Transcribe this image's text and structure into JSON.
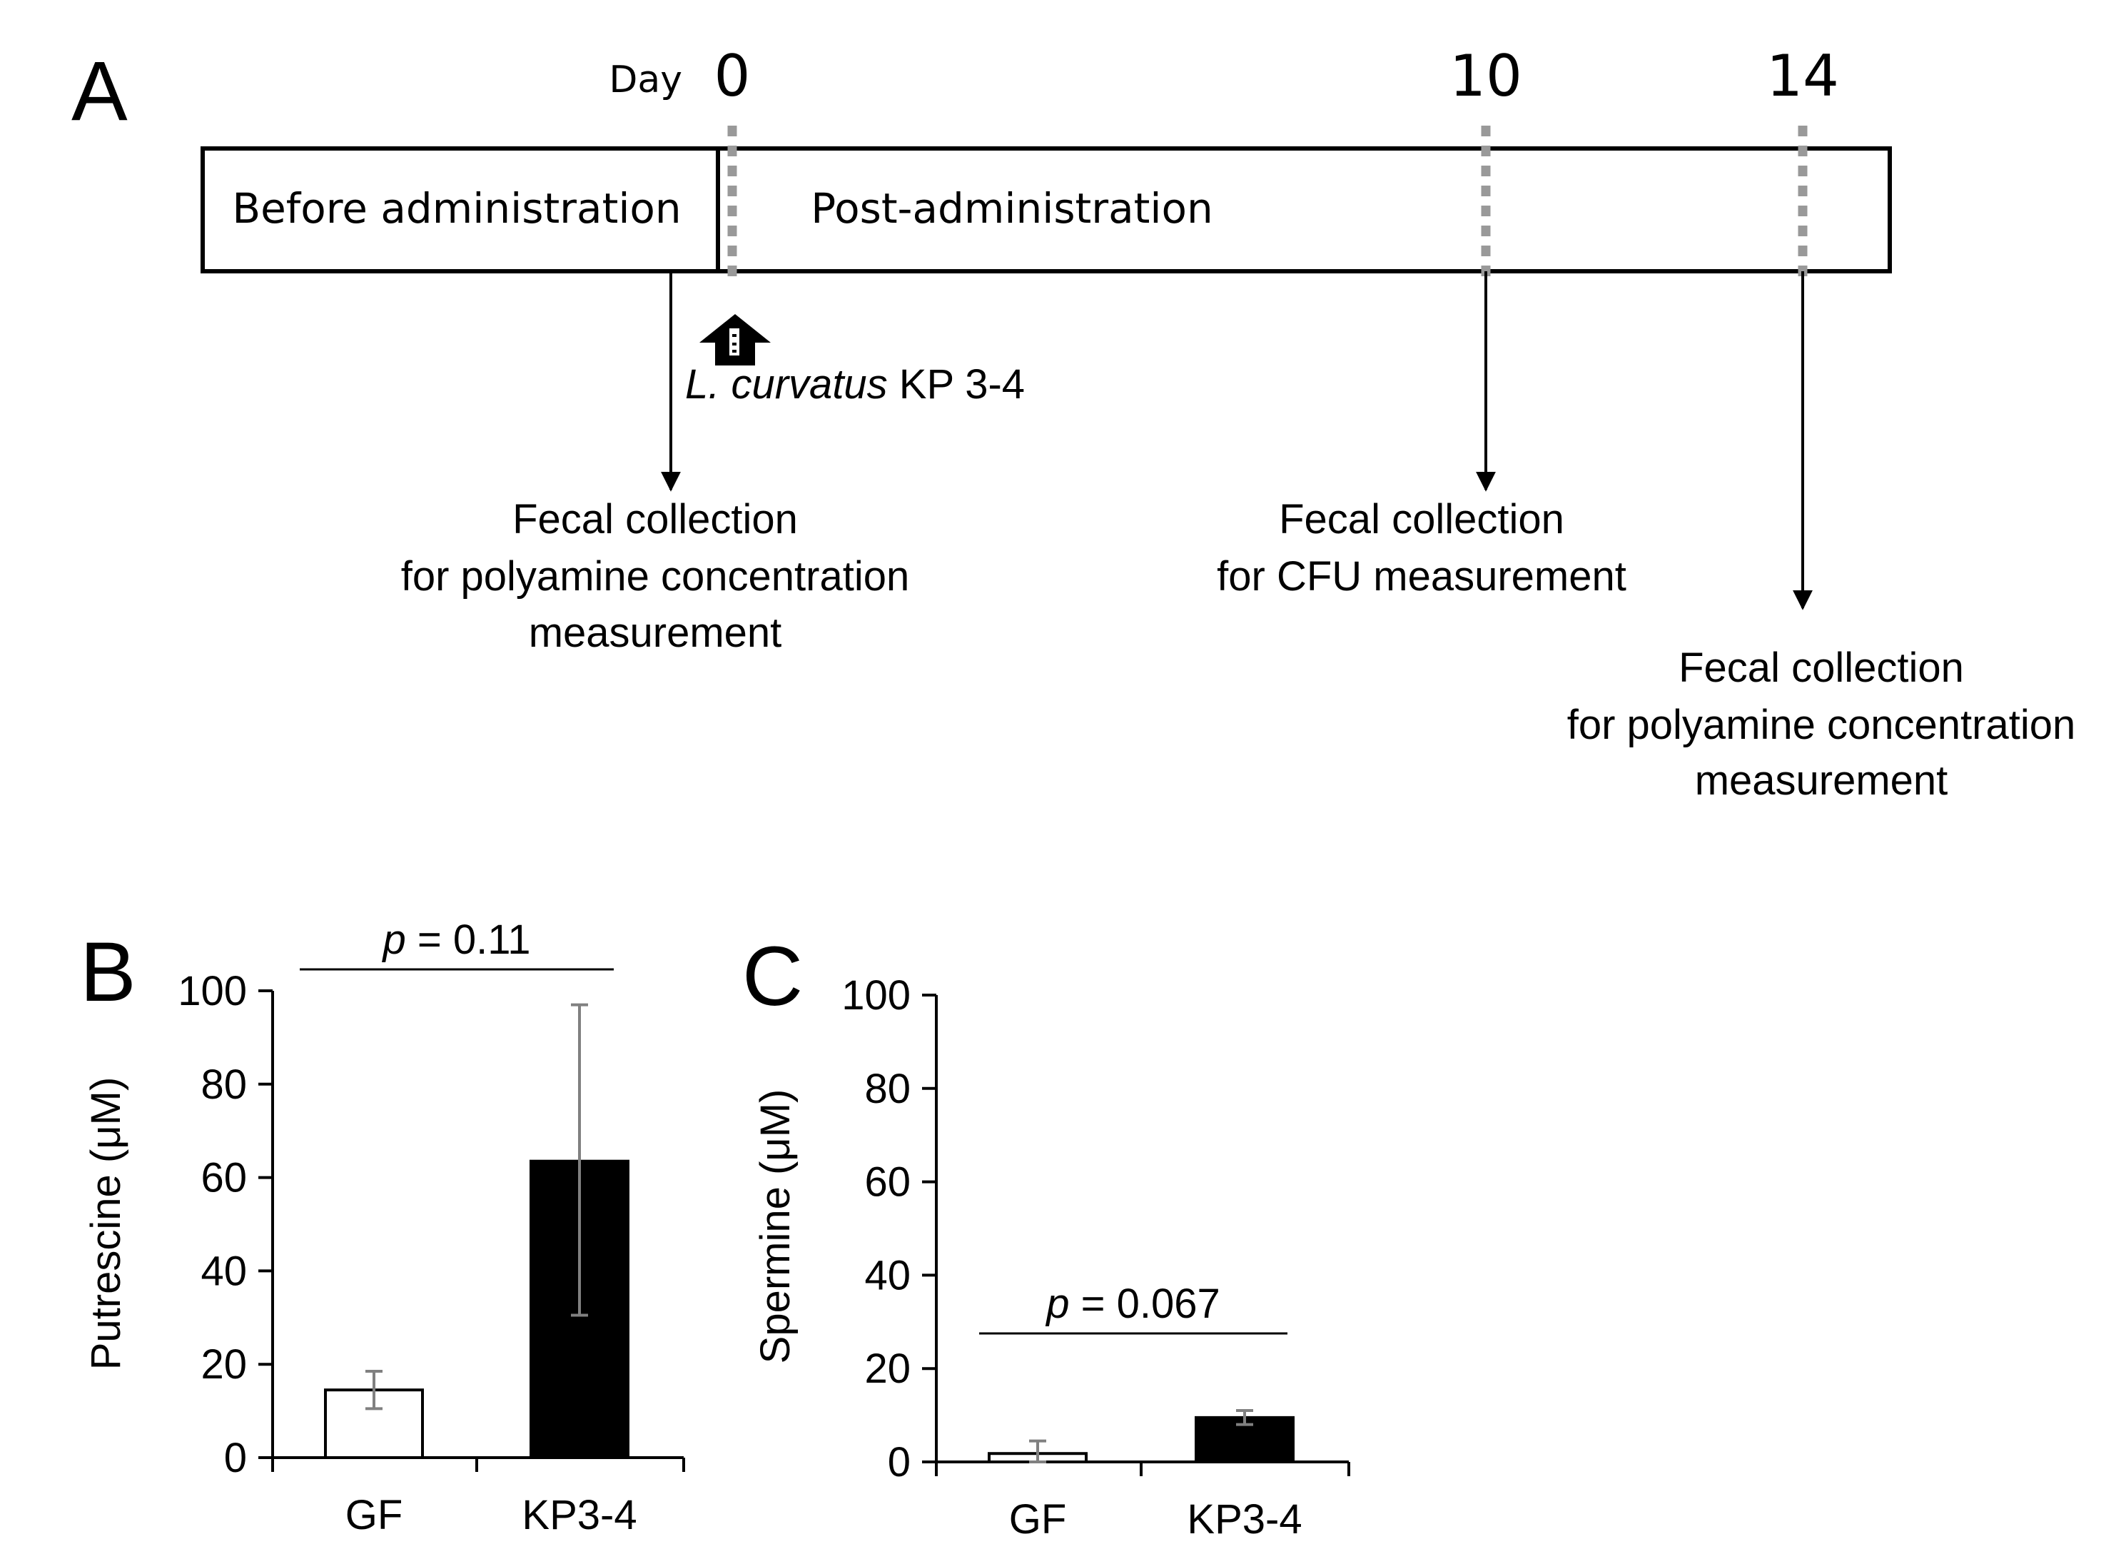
{
  "panel_labels": {
    "a": "A",
    "b": "B",
    "c": "C"
  },
  "timeline": {
    "day_label": "Day",
    "days": [
      "0",
      "10",
      "14"
    ],
    "before_label": "Before administration",
    "post_label": "Post-administration",
    "strain_italic": "L. curvatus",
    "strain_suffix": " KP 3-4",
    "notes": {
      "before": [
        "Fecal collection",
        "for polyamine  concentration",
        "measurement"
      ],
      "day10": [
        "Fecal collection",
        "for CFU measurement"
      ],
      "day14": [
        "Fecal collection",
        "for polyamine  concentration",
        "measurement"
      ]
    }
  },
  "colors": {
    "gf_fill": "#ffffff",
    "kp_fill": "#000000",
    "dashed_marker": "#999999",
    "error_bar": "#808080"
  },
  "chart_data": [
    {
      "panel": "B",
      "type": "bar",
      "categories": [
        "GF",
        "KP3-4"
      ],
      "values": [
        14.5,
        63.5
      ],
      "errors": [
        [
          10.5,
          18.5
        ],
        [
          30.5,
          97
        ]
      ],
      "ylabel": "Putrescine (μM)",
      "ylim": [
        0,
        100
      ],
      "yticks": [
        "0",
        "20",
        "40",
        "60",
        "80",
        "100"
      ],
      "significance": {
        "italic": "p",
        "text": " = 0.11"
      }
    },
    {
      "panel": "C",
      "type": "bar",
      "categories": [
        "GF",
        "KP3-4"
      ],
      "values": [
        1.8,
        9.5
      ],
      "errors": [
        [
          0,
          4.5
        ],
        [
          8,
          11
        ]
      ],
      "ylabel": "Spermine (μM)",
      "ylim": [
        0,
        100
      ],
      "yticks": [
        "0",
        "20",
        "40",
        "60",
        "80",
        "100"
      ],
      "significance": {
        "italic": "p",
        "text": " = 0.067"
      }
    }
  ]
}
